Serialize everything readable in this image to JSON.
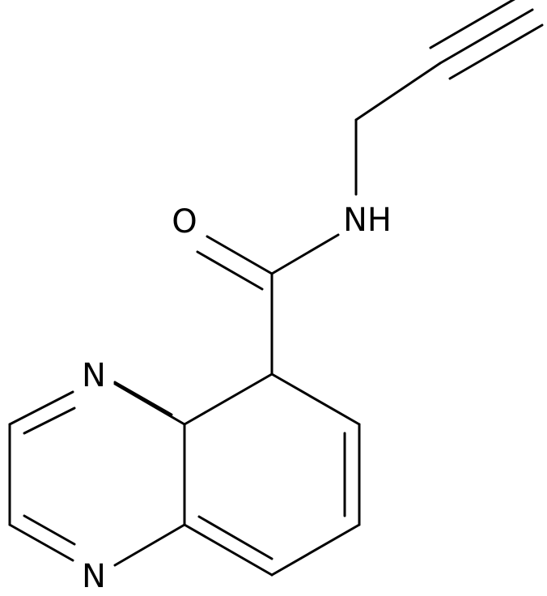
{
  "atoms": {
    "oxygen": "O",
    "amide_nh": "NH",
    "ring_n_top": "N",
    "ring_n_bottom": "N"
  },
  "colors": {
    "bond": "#000000",
    "label": "#000000",
    "background": "#ffffff"
  }
}
